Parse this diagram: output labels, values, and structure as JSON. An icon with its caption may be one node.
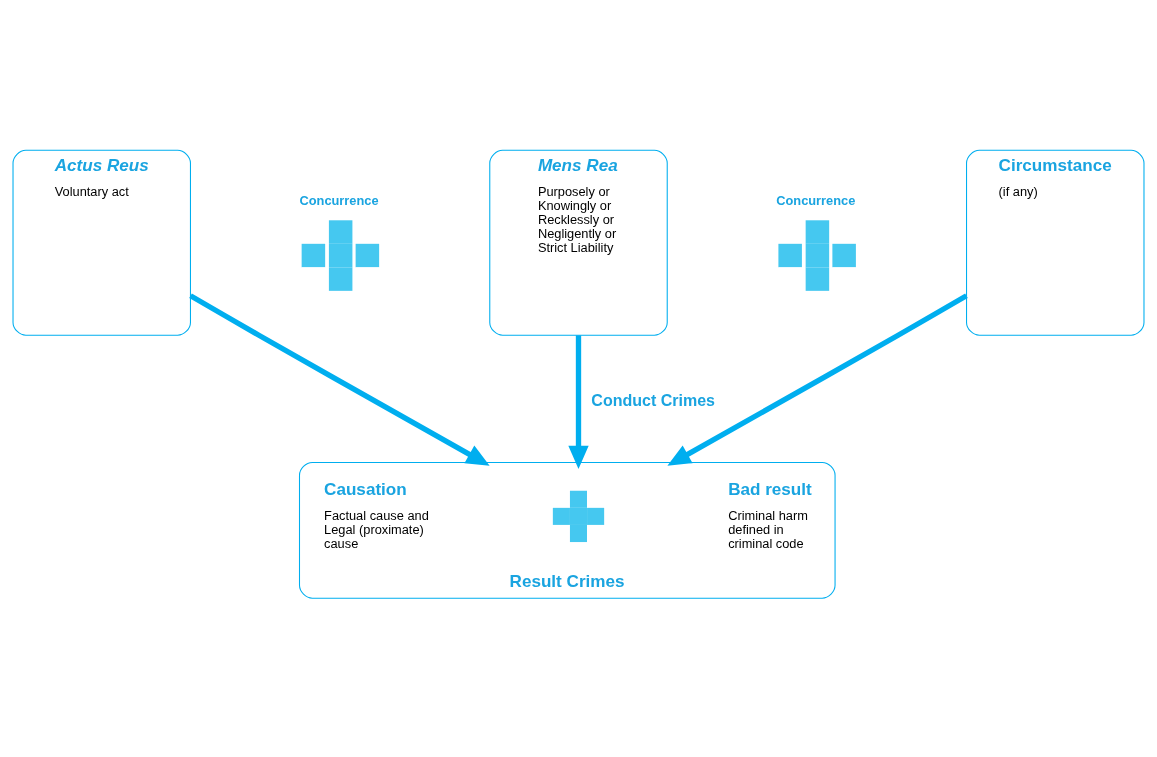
{
  "diagram": {
    "nodes": [
      {
        "text": [
          "Actus Reus",
          "Voluntary act"
        ]
      },
      {
        "text": [
          "Concurrence"
        ]
      },
      {
        "text": [
          "Mens Rea",
          "Purposely or Knowingly or Recklessly or Negligently or Strict Liability"
        ]
      },
      {
        "text": [
          "Concurrence"
        ]
      },
      {
        "text": [
          "Circumstance",
          "(if any)"
        ]
      },
      {
        "text": [
          "Result Crimes"
        ]
      },
      {
        "text": [
          "Causation",
          "Factual cause and Legal (proximate) cause"
        ],
        "in": 5
      },
      {
        "text": [],
        "shape": "cross",
        "in": 5
      },
      {
        "text": [
          "Bad result",
          "Criminal harm defined in criminal code"
        ],
        "in": 5
      }
    ],
    "edges": [
      {
        "from": 0,
        "to": 5,
        "arrow": "to"
      },
      {
        "from": 2,
        "to": 5,
        "arrow": "to",
        "label": "Conduct Crimes"
      },
      {
        "from": 4,
        "to": 5,
        "arrow": "to"
      }
    ]
  }
}
